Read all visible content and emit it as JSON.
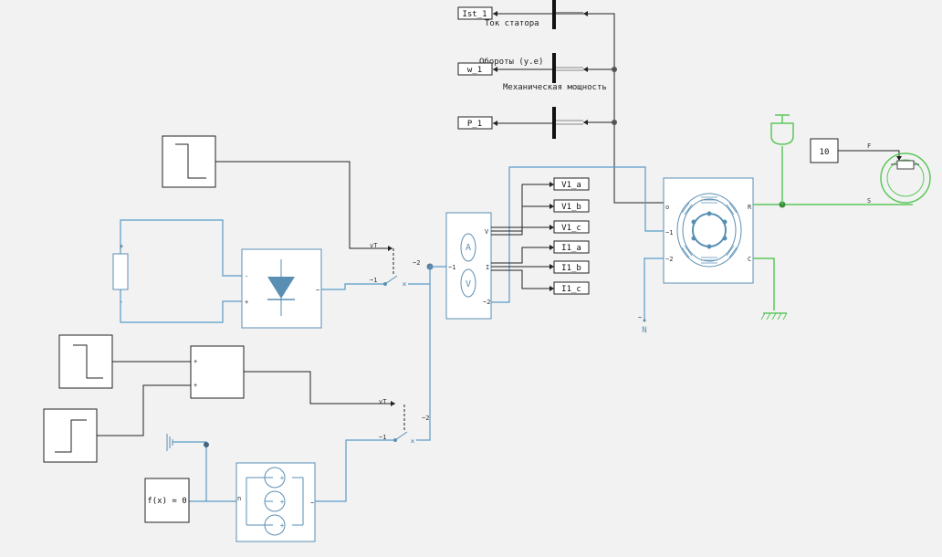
{
  "goto_tags": {
    "ist": "Ist_1",
    "w": "w_1",
    "p": "P_1"
  },
  "signal_labels": {
    "stator_current": "Ток статора",
    "speed": "Обороты (у.е)",
    "mech_power": "Механическая мощность"
  },
  "meas_tags": [
    "V1_a",
    "V1_b",
    "V1_c",
    "I1_a",
    "I1_b",
    "I1_c"
  ],
  "meas_ports": {
    "in": "~1",
    "out": "~2",
    "v": "V",
    "i": "I",
    "amp_letter": "A",
    "volt_letter": "V"
  },
  "motor_ports": {
    "o": "o",
    "in1": "~1",
    "in2": "~2",
    "r": "R",
    "c": "C"
  },
  "constant_value": "10",
  "mech_ports": {
    "f": "F",
    "s": "S"
  },
  "fx_block": "f(x) = 0",
  "neutral": "N",
  "switch_ports": {
    "vt": "vT",
    "a": "~1",
    "b": "~2"
  },
  "rect_ports": {
    "minus": "-",
    "plus": "+",
    "ac": "~"
  },
  "src_ports": {
    "n": "n",
    "ac": "~"
  },
  "dc_ports": {
    "plus": "+",
    "minus": "-"
  },
  "adder_ports": {
    "in1": "+",
    "in2": "+"
  },
  "tilde_port": "~",
  "colors": {
    "electrical": "#5a9cc8",
    "mechanical": "#5cc85c",
    "signal": "#222222",
    "background": "#f2f2f2"
  }
}
